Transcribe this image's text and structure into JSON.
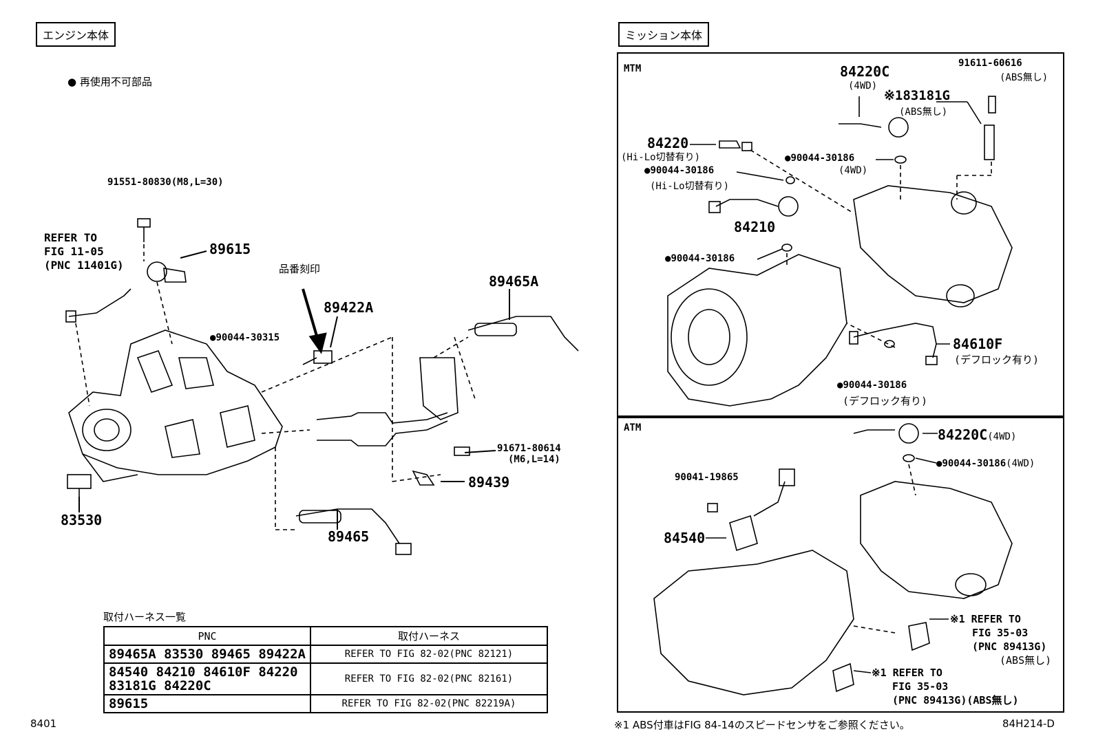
{
  "left": {
    "section_title": "エンジン本体",
    "legend": "再使用不可部品",
    "labels": {
      "bolt_91551": "91551-80830(M8,L=30)",
      "refer_1": "REFER TO",
      "refer_2": "FIG 11-05",
      "refer_3": "(PNC 11401G)",
      "p89615": "89615",
      "stamp": "品番刻印",
      "p89422A": "89422A",
      "p89465A": "89465A",
      "g90044_30315": "90044-30315",
      "p91671": "91671-80614",
      "p91671_spec": "(M6,L=14)",
      "p89439": "89439",
      "p83530": "83530",
      "p89465": "89465"
    },
    "harness_table": {
      "title": "取付ハーネス一覧",
      "headers": [
        "PNC",
        "取付ハーネス"
      ],
      "rows": [
        {
          "pnc": "89465A 83530 89465 89422A",
          "ref": "REFER TO FIG 82-02(PNC 82121)"
        },
        {
          "pnc": "84540 84210 84610F 84220\n83181G 84220C",
          "ref": "REFER TO FIG 82-02(PNC 82161)"
        },
        {
          "pnc": "89615",
          "ref": "REFER TO FIG 82-02(PNC 82219A)"
        }
      ]
    },
    "page_code": "8401"
  },
  "right": {
    "section_title": "ミッション本体",
    "mtm": {
      "tag": "MTM",
      "labels": {
        "p84220C": "84220C",
        "p84220C_note": "(4WD)",
        "p91611": "91611-60616",
        "p91611_note": "(ABS無し)",
        "p83181G": "※183181G",
        "p83181G_note": "(ABS無し)",
        "p84220": "84220",
        "p84220_note": "(Hi-Lo切替有り)",
        "g1": "90044-30186",
        "g1_note": "(4WD)",
        "g2": "90044-30186",
        "g2_note": "(Hi-Lo切替有り)",
        "p84210": "84210",
        "g3": "90044-30186",
        "p84610F": "84610F",
        "p84610F_note": "(デフロック有り)",
        "g4": "90044-30186",
        "g4_note": "(デフロック有り)"
      }
    },
    "atm": {
      "tag": "ATM",
      "labels": {
        "p84220C": "84220C",
        "p84220C_note": "(4WD)",
        "g1": "90044-30186",
        "g1_note": "(4WD)",
        "p90041": "90041-19865",
        "p84540": "84540",
        "ref1_a": "※1 REFER TO",
        "ref1_b": "FIG 35-03",
        "ref1_c": "(PNC 89413G)",
        "ref1_d": "(ABS無し)",
        "ref2_a": "※1 REFER TO",
        "ref2_b": "FIG 35-03",
        "ref2_c": "(PNC 89413G)(ABS無し)"
      }
    },
    "footnote": "※1 ABS付車はFIG 84-14のスピードセンサをご参照ください。",
    "fig_code": "84H214-D"
  }
}
